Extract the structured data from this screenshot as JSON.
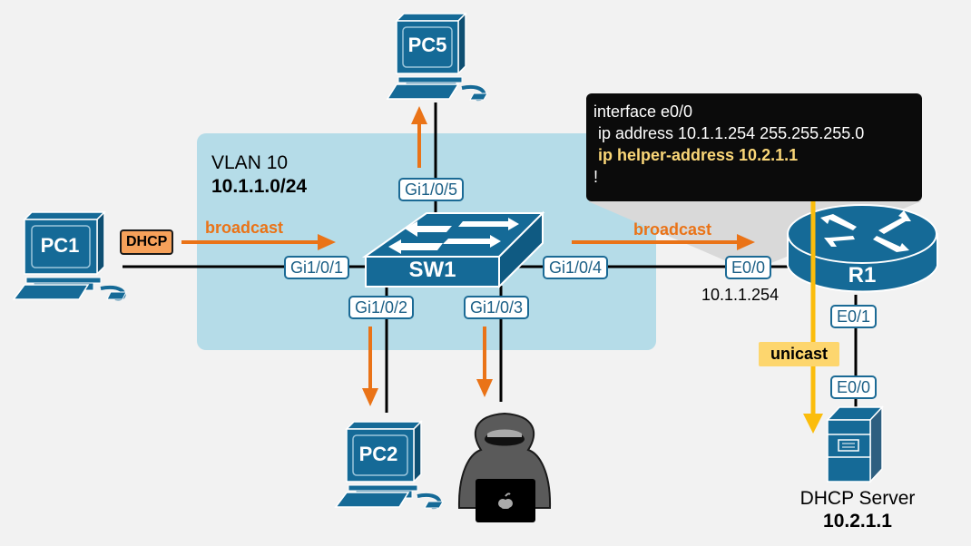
{
  "vlan": {
    "name": "VLAN 10",
    "subnet": "10.1.1.0/24"
  },
  "devices": {
    "pc1": {
      "label": "PC1"
    },
    "pc2": {
      "label": "PC2"
    },
    "pc5": {
      "label": "PC5"
    },
    "sw1": {
      "label": "SW1"
    },
    "r1": {
      "label": "R1"
    },
    "attacker": {
      "label": "hooded attacker with laptop"
    },
    "dhcp_server": {
      "name": "DHCP Server",
      "ip": "10.2.1.1"
    }
  },
  "ports": {
    "sw1_gi101": "Gi1/0/1",
    "sw1_gi102": "Gi1/0/2",
    "sw1_gi103": "Gi1/0/3",
    "sw1_gi104": "Gi1/0/4",
    "sw1_gi105": "Gi1/0/5",
    "r1_e00": "E0/0",
    "r1_e01": "E0/1",
    "server_e00": "E0/0"
  },
  "r1_e00_ip": "10.1.1.254",
  "message": {
    "dhcp_tag": "DHCP",
    "broadcast_left": "broadcast",
    "broadcast_right": "broadcast",
    "unicast": "unicast"
  },
  "config": {
    "line1": "interface e0/0",
    "line2": " ip address 10.1.1.254 255.255.255.0",
    "line3": " ip helper-address 10.2.1.1",
    "line4": "!"
  },
  "colors": {
    "device_blue": "#156a97",
    "vlan_bg": "#b5dce8",
    "broadcast_orange": "#ea7317",
    "unicast_yellow": "#fbbd0c",
    "config_bg": "#0b0b0b",
    "highlight_text": "#fbd778"
  }
}
